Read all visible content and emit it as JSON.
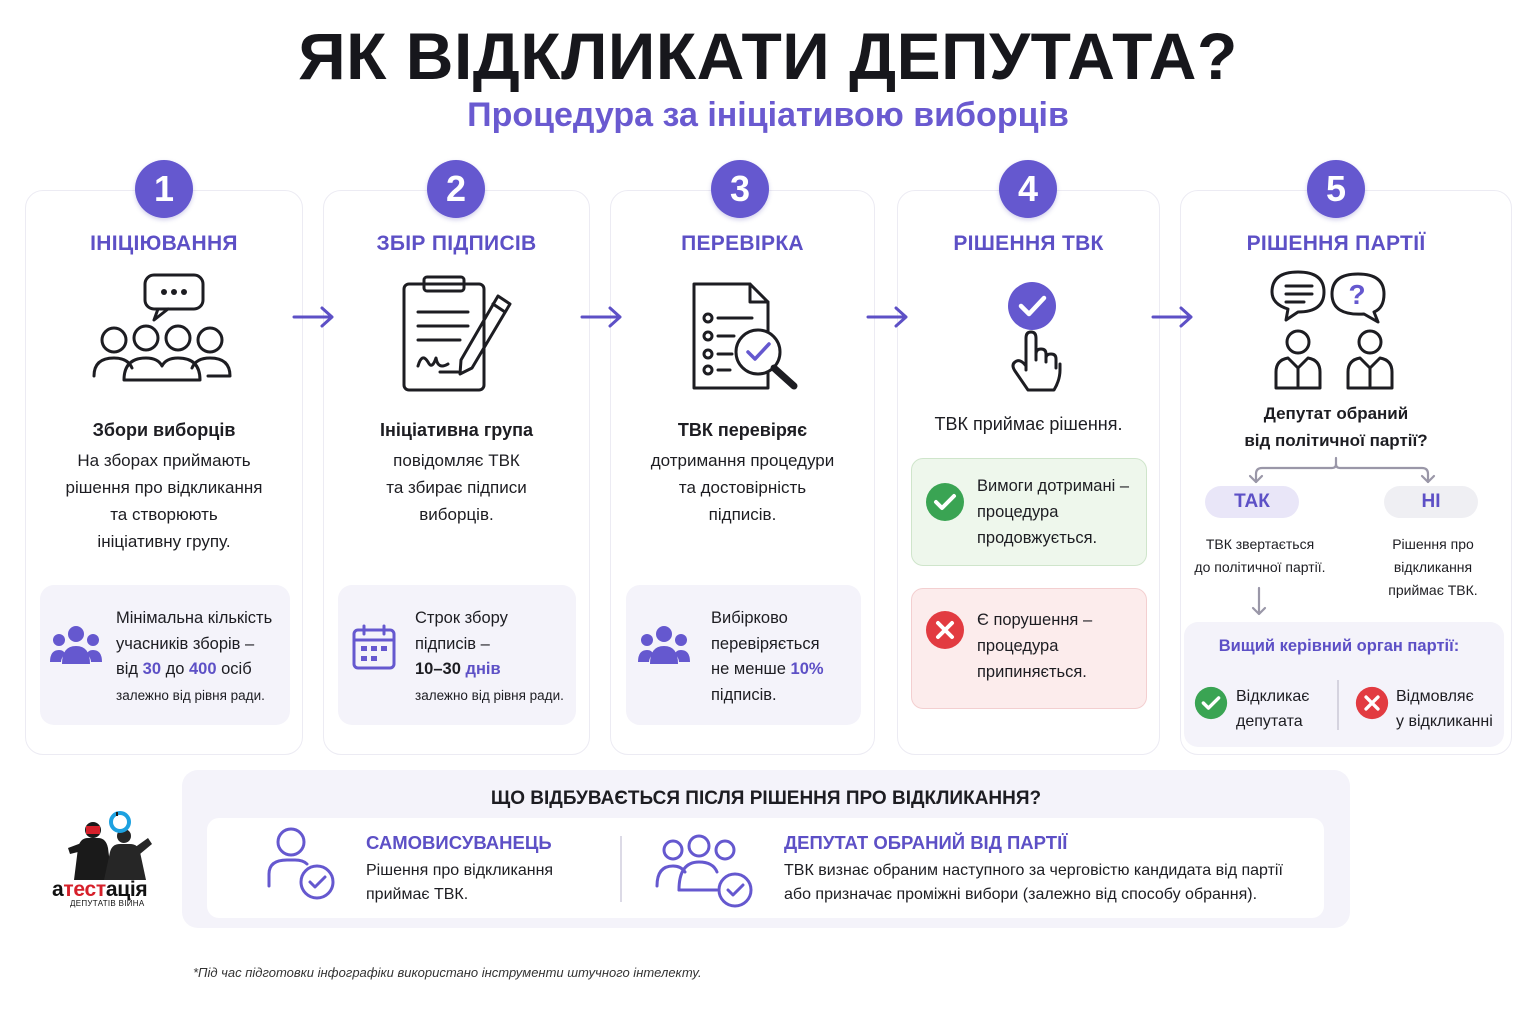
{
  "title": "ЯК ВІДКЛИКАТИ ДЕПУТАТА?",
  "subtitle": "Процедура за ініціативою виборців",
  "steps": [
    {
      "number": "1",
      "name": "ІНІЦІЮВАННЯ",
      "icon": "meeting-people-icon",
      "lead": "Збори виборців",
      "desc": [
        "На зборах приймають",
        "рішення про відкликання",
        "та створюють",
        "ініціативну групу."
      ],
      "info": {
        "icon": "group-icon",
        "line1": "Мінімальна кількість",
        "line2": "учасників зборів –",
        "line3a": "від ",
        "v1": "30",
        "line3b": " до ",
        "v2": "400",
        "line3c": " осіб",
        "line4": "залежно від рівня ради."
      }
    },
    {
      "number": "2",
      "name": "ЗБІР ПІДПИСІВ",
      "icon": "clipboard-pen-icon",
      "lead": "Ініціативна група",
      "desc": [
        "повідомляє ТВК",
        "та збирає підписи",
        "виборців."
      ],
      "info": {
        "icon": "calendar-icon",
        "line1": "Строк збору",
        "line2": "підписів –",
        "range": "10–30 ",
        "unit": "днів",
        "line4": "залежно від рівня ради."
      }
    },
    {
      "number": "3",
      "name": "ПЕРЕВІРКА",
      "icon": "document-magnifier-icon",
      "lead": "ТВК перевіряє",
      "desc": [
        "дотримання процедури",
        "та достовірність",
        "підписів."
      ],
      "info": {
        "icon": "group-icon",
        "line1": "Вибірково",
        "line2": "перевіряється",
        "line3a": "не менше ",
        "pct": "10%",
        "line4": "підписів."
      }
    },
    {
      "number": "4",
      "name": "РІШЕННЯ ТВК",
      "icon": "hand-check-icon",
      "lead": "ТВК приймає рішення.",
      "ok": [
        "Вимоги дотримані –",
        "процедура",
        "продовжується."
      ],
      "fail": [
        "Є порушення –",
        "процедура",
        "припиняється."
      ]
    },
    {
      "number": "5",
      "name": "РІШЕННЯ ПАРТІЇ",
      "icon": "dialogue-people-icon",
      "question": [
        "Депутат обраний",
        "від політичної партії?"
      ],
      "yes": "ТАК",
      "no": "НІ",
      "yes_desc": [
        "ТВК звертається",
        "до політичної партії."
      ],
      "no_desc": [
        "Рішення про",
        "відкликання",
        "приймає ТВК."
      ],
      "party_head": "Вищий керівний орган партії:",
      "party_yes": [
        "Відкликає",
        "депутата"
      ],
      "party_no": [
        "Відмовляє",
        "у відкликанні"
      ]
    }
  ],
  "after": {
    "title": "ЩО ВІДБУВАЄТЬСЯ ПІСЛЯ РІШЕННЯ ПРО ВІДКЛИКАННЯ?",
    "self": {
      "head": "САМОВИСУВАНЕЦЬ",
      "text": [
        "Рішення про відкликання",
        "приймає ТВК."
      ]
    },
    "party": {
      "head": "ДЕПУТАТ ОБРАНИЙ ВІД ПАРТІЇ",
      "text": [
        "ТВК визнає обраним наступного за черговістю кандидата від партії",
        "або призначає проміжні вибори (залежно від способу обрання)."
      ]
    }
  },
  "logo": {
    "word_a": "а",
    "word_b": "тест",
    "word_c": "ація",
    "sub": "ДЕПУТАТІВ ВІЙНА"
  },
  "footnote": "*Під час підготовки інфографіки використано інструменти штучного інтелекту.",
  "colors": {
    "accent": "#6558cf",
    "green": "#3aa453",
    "red": "#e23b41"
  }
}
